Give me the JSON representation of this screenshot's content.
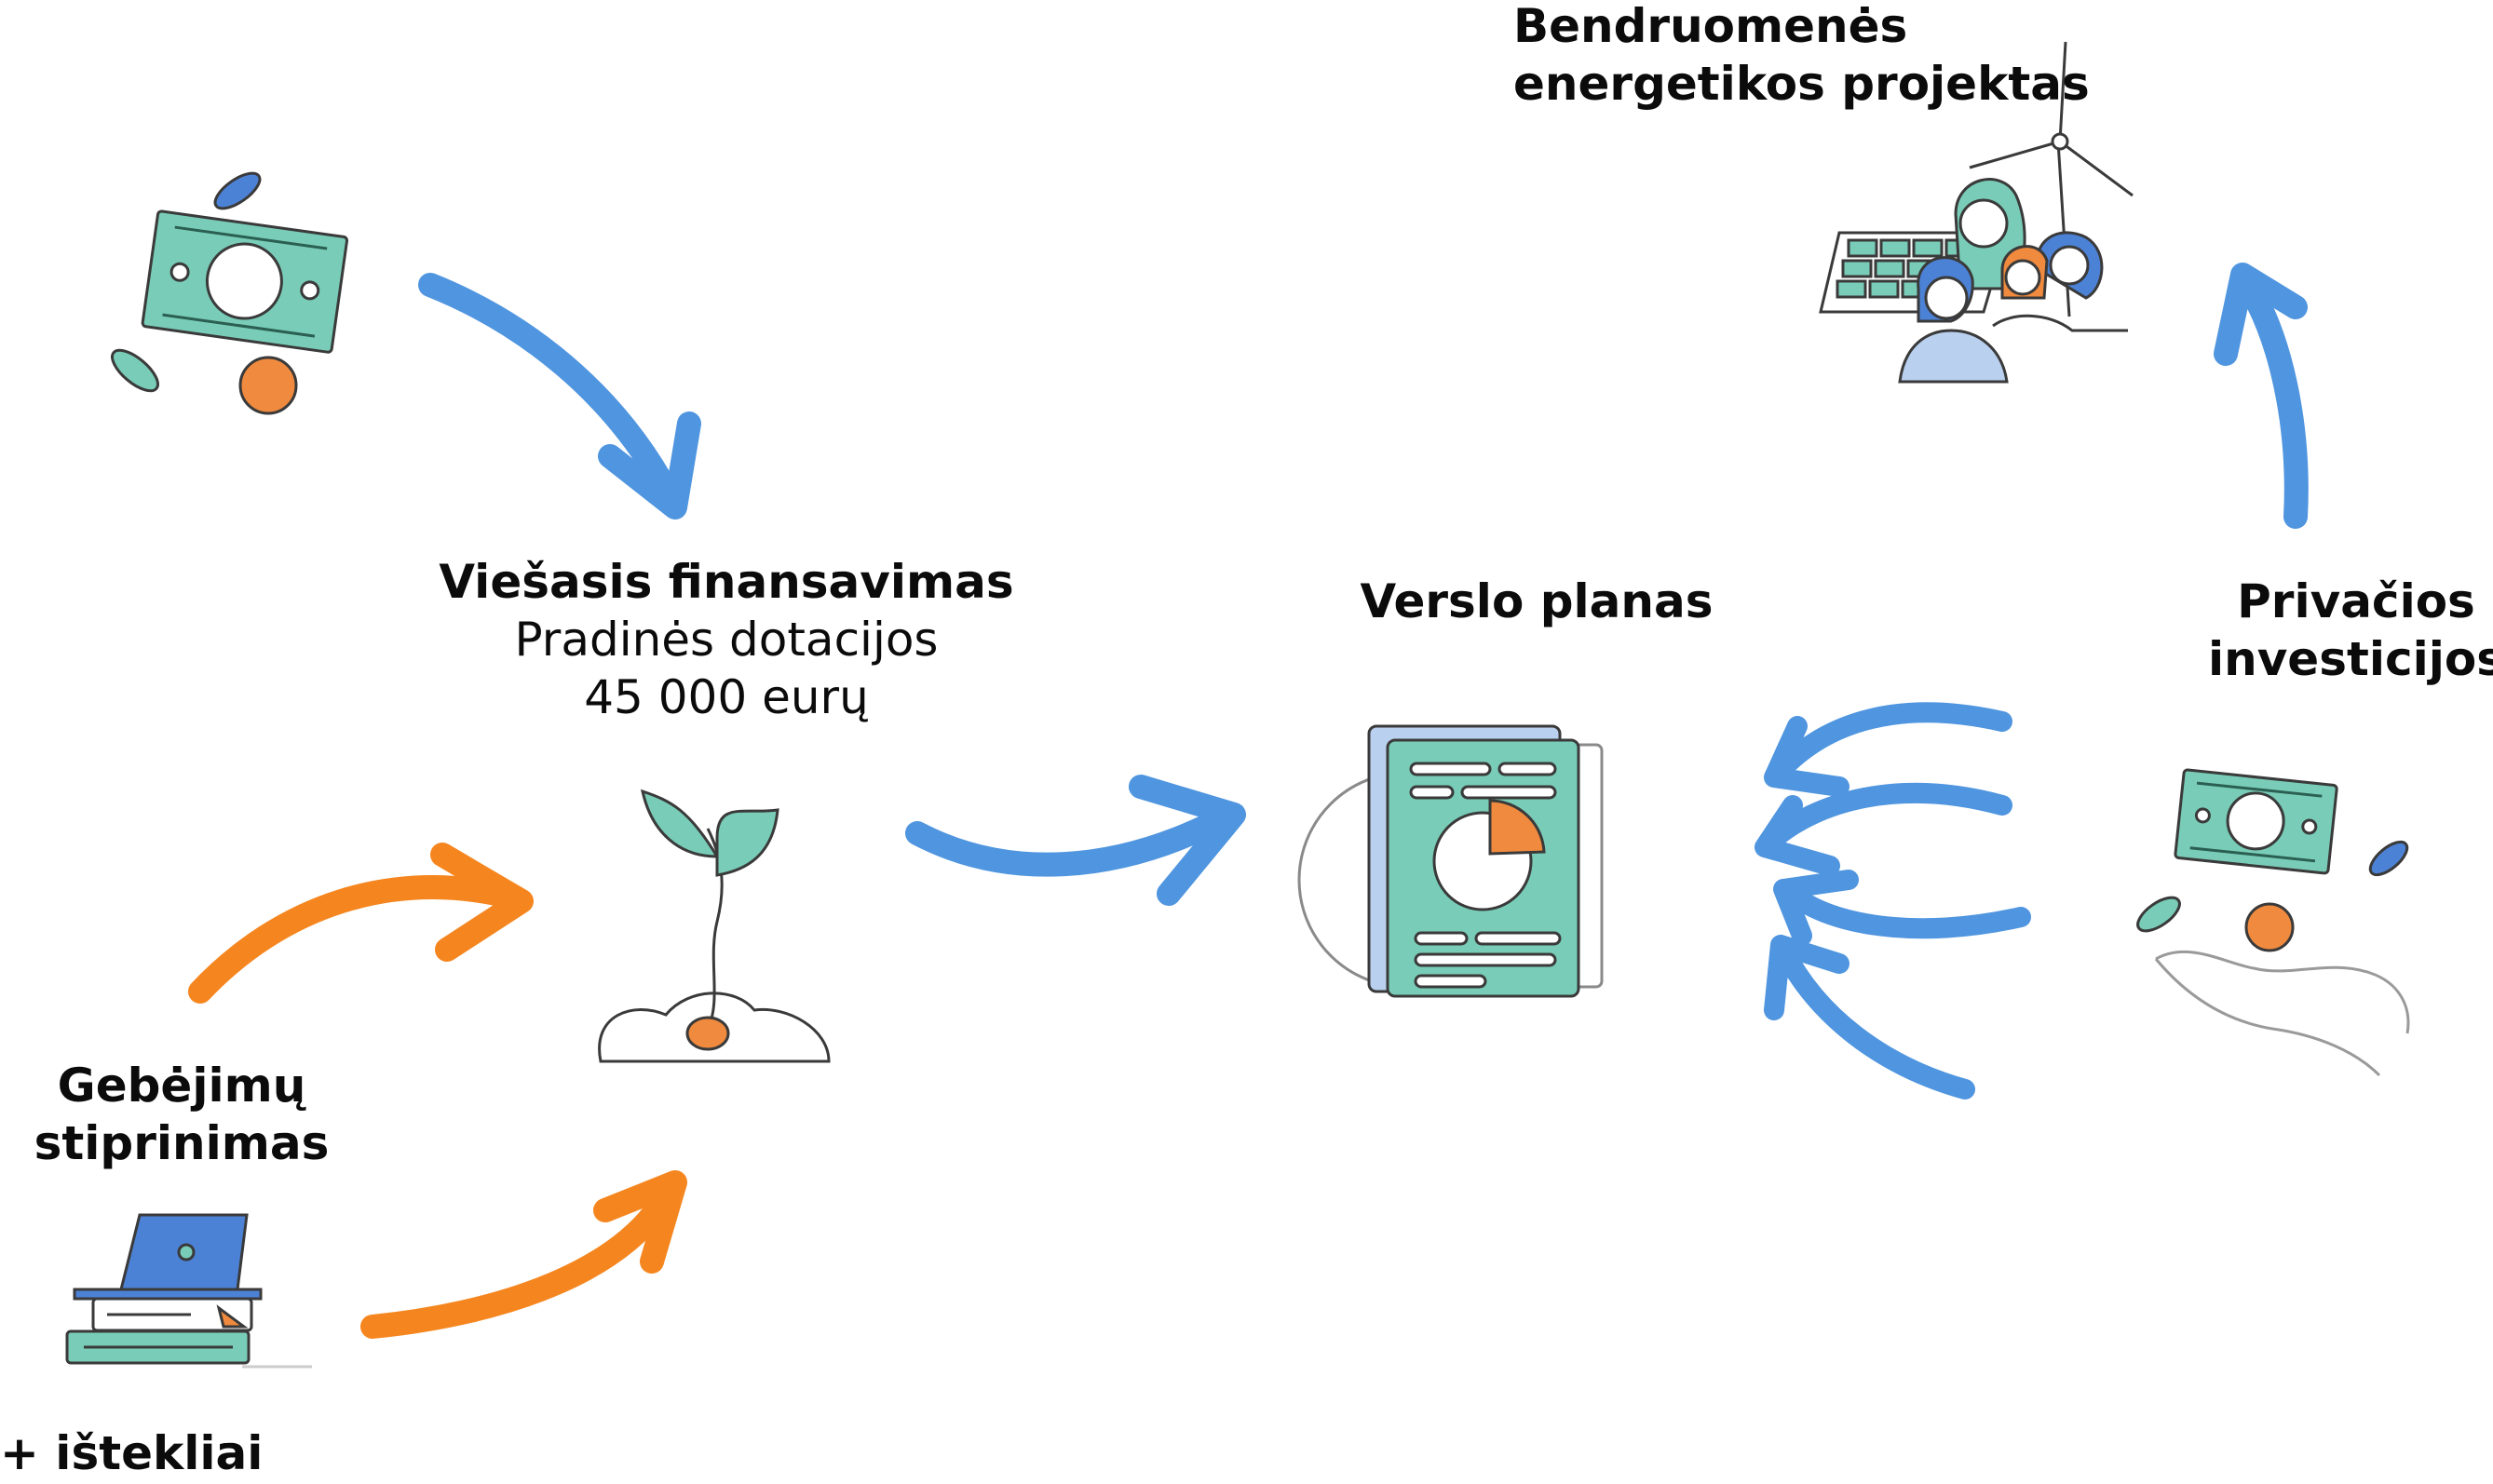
{
  "flow": {
    "public_funding": {
      "title": "Viešasis finansavimas",
      "subtitle": "Pradinės dotacijos",
      "amount": "45 000 eurų"
    },
    "business_plan": {
      "title": "Verslo planas"
    },
    "private_investment": {
      "line1": "Privačios",
      "line2": "investicijos"
    },
    "community_project": {
      "line1": "Bendruomenės",
      "line2": "energetikos projektas"
    },
    "capacity_building": {
      "line1": "Gebėjimų",
      "line2": "stiprinimas"
    },
    "resources": {
      "label": "+ ištekliai"
    }
  },
  "colors": {
    "blue_arrow": "#4f95df",
    "orange_arrow": "#f5861f",
    "teal": "#79cdb8",
    "orange": "#ef8a3e",
    "blue": "#4c82d6",
    "outline": "#3a3a3a"
  },
  "icons": [
    "money-icon",
    "seedling-icon",
    "laptop-books-icon",
    "business-plan-icon",
    "hand-money-icon",
    "community-energy-icon"
  ]
}
